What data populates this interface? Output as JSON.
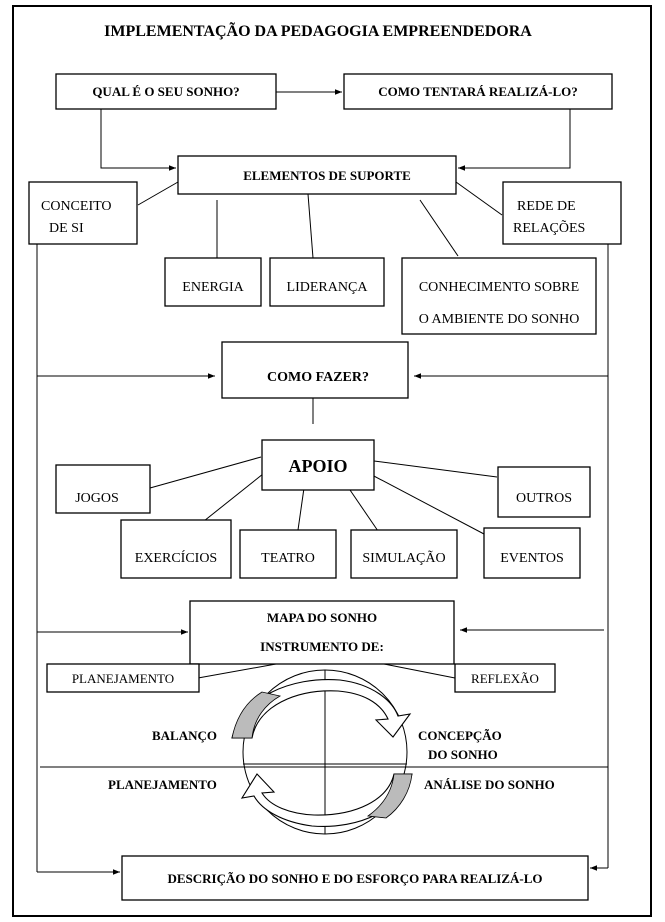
{
  "title": "IMPLEMENTAÇÃO DA PEDAGOGIA EMPREENDEDORA",
  "nodes": {
    "dream": "QUAL É O SEU SONHO?",
    "how_achieve": "COMO TENTARÁ REALIZÁ-LO?",
    "support": "ELEMENTOS DE SUPORTE",
    "self_concept": [
      "CONCEITO",
      "DE SI"
    ],
    "network": [
      "REDE DE",
      "RELAÇÕES"
    ],
    "energy": "ENERGIA",
    "leadership": "LIDERANÇA",
    "knowledge": [
      "CONHECIMENTO SOBRE",
      "O AMBIENTE DO SONHO"
    ],
    "how_do": "COMO FAZER?",
    "apoio": "APOIO",
    "games": "JOGOS",
    "others": "OUTROS",
    "exercises": "EXERCÍCIOS",
    "theater": "TEATRO",
    "simulation": "SIMULAÇÃO",
    "events": "EVENTOS",
    "map": [
      "MAPA DO SONHO",
      "INSTRUMENTO DE:"
    ],
    "planning_box": "PLANEJAMENTO",
    "reflection_box": "REFLEXÃO",
    "description": "DESCRIÇÃO DO SONHO E DO ESFORÇO PARA REALIZÁ-LO"
  },
  "cycle": {
    "balance": "BALANÇO",
    "conception": [
      "CONCEPÇÃO",
      "DO SONHO"
    ],
    "planning": "PLANEJAMENTO",
    "analysis": "ANÁLISE DO SONHO"
  }
}
